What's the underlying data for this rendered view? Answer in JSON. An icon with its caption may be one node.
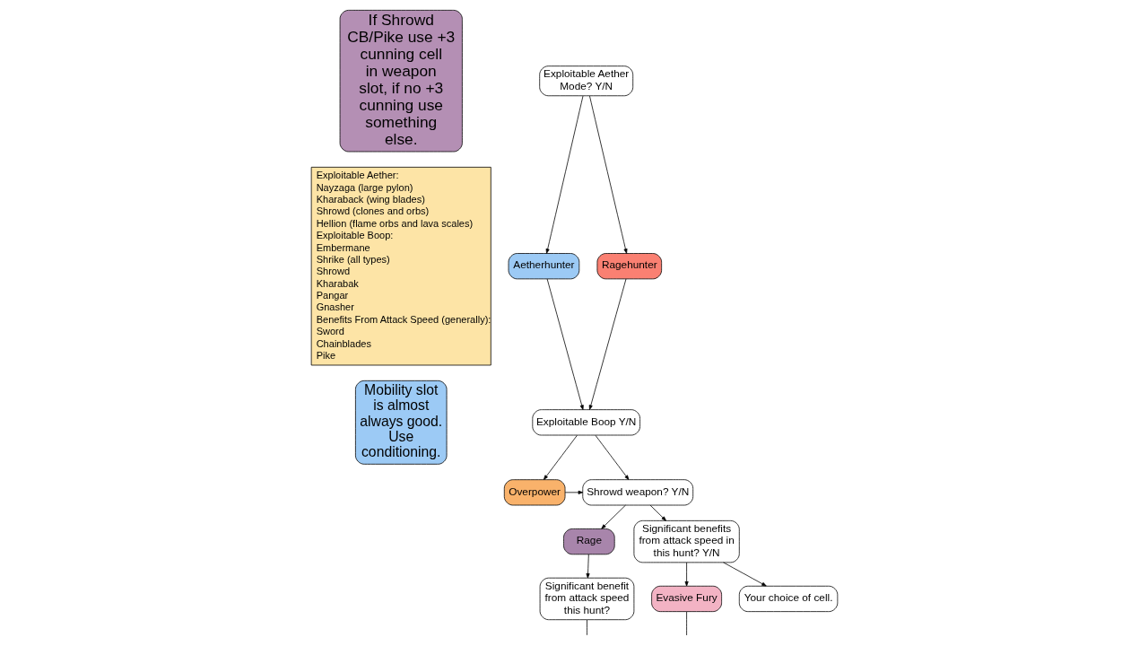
{
  "diagram": {
    "nodes": [
      {
        "text": [
          "If Shrowd CB/Pike use +3 cunning cell in weapon slot, if no +3 cunning use something else."
        ]
      },
      {
        "text": [
          "Exploitable Aether:",
          "Nayzaga (large pylon)",
          "Kharaback (wing blades)",
          "Shrowd (clones and orbs)",
          "Hellion (flame orbs and lava scales)",
          "Exploitable Boop:",
          "Embermane",
          "Shrike (all types)",
          "Shrowd",
          "Kharabak",
          "Pangar",
          "Gnasher",
          "Benefits From Attack Speed (generally):",
          "Sword",
          "Chainblades",
          "Pike"
        ]
      },
      {
        "text": [
          "Mobility slot is almost always good. Use conditioning."
        ]
      },
      {
        "text": [
          "Exploitable Aether Mode? Y/N"
        ]
      },
      {
        "text": [
          "Aetherhunter"
        ]
      },
      {
        "text": [
          "Ragehunter"
        ]
      },
      {
        "text": [
          "Exploitable Boop Y/N"
        ]
      },
      {
        "text": [
          "Overpower"
        ]
      },
      {
        "text": [
          "Shrowd weapon? Y/N"
        ]
      },
      {
        "text": [
          "Rage"
        ]
      },
      {
        "text": [
          "Significant benefits from attack speed in this hunt? Y/N"
        ]
      },
      {
        "text": [
          "Significant benefit from attack speed this hunt?"
        ]
      },
      {
        "text": [
          "Evasive Fury"
        ]
      },
      {
        "text": [
          "Your choice of cell."
        ]
      }
    ],
    "edges": [
      {
        "from": 3,
        "to": 4,
        "arrow": "to"
      },
      {
        "from": 3,
        "to": 5,
        "arrow": "to"
      },
      {
        "from": 4,
        "to": 6,
        "arrow": "to"
      },
      {
        "from": 5,
        "to": 6,
        "arrow": "to"
      },
      {
        "from": 6,
        "to": 7,
        "arrow": "to"
      },
      {
        "from": 6,
        "to": 8,
        "arrow": "to"
      },
      {
        "from": 7,
        "to": 8,
        "arrow": "to"
      },
      {
        "from": 8,
        "to": 9,
        "arrow": "to"
      },
      {
        "from": 8,
        "to": 10,
        "arrow": "to"
      },
      {
        "from": 9,
        "to": 11,
        "arrow": "to"
      },
      {
        "from": 10,
        "to": 12,
        "arrow": "to"
      },
      {
        "from": 10,
        "to": 13,
        "arrow": "to"
      },
      {
        "from": 11,
        "to": null,
        "arrow": "none"
      },
      {
        "from": 12,
        "to": null,
        "arrow": "none"
      }
    ]
  }
}
